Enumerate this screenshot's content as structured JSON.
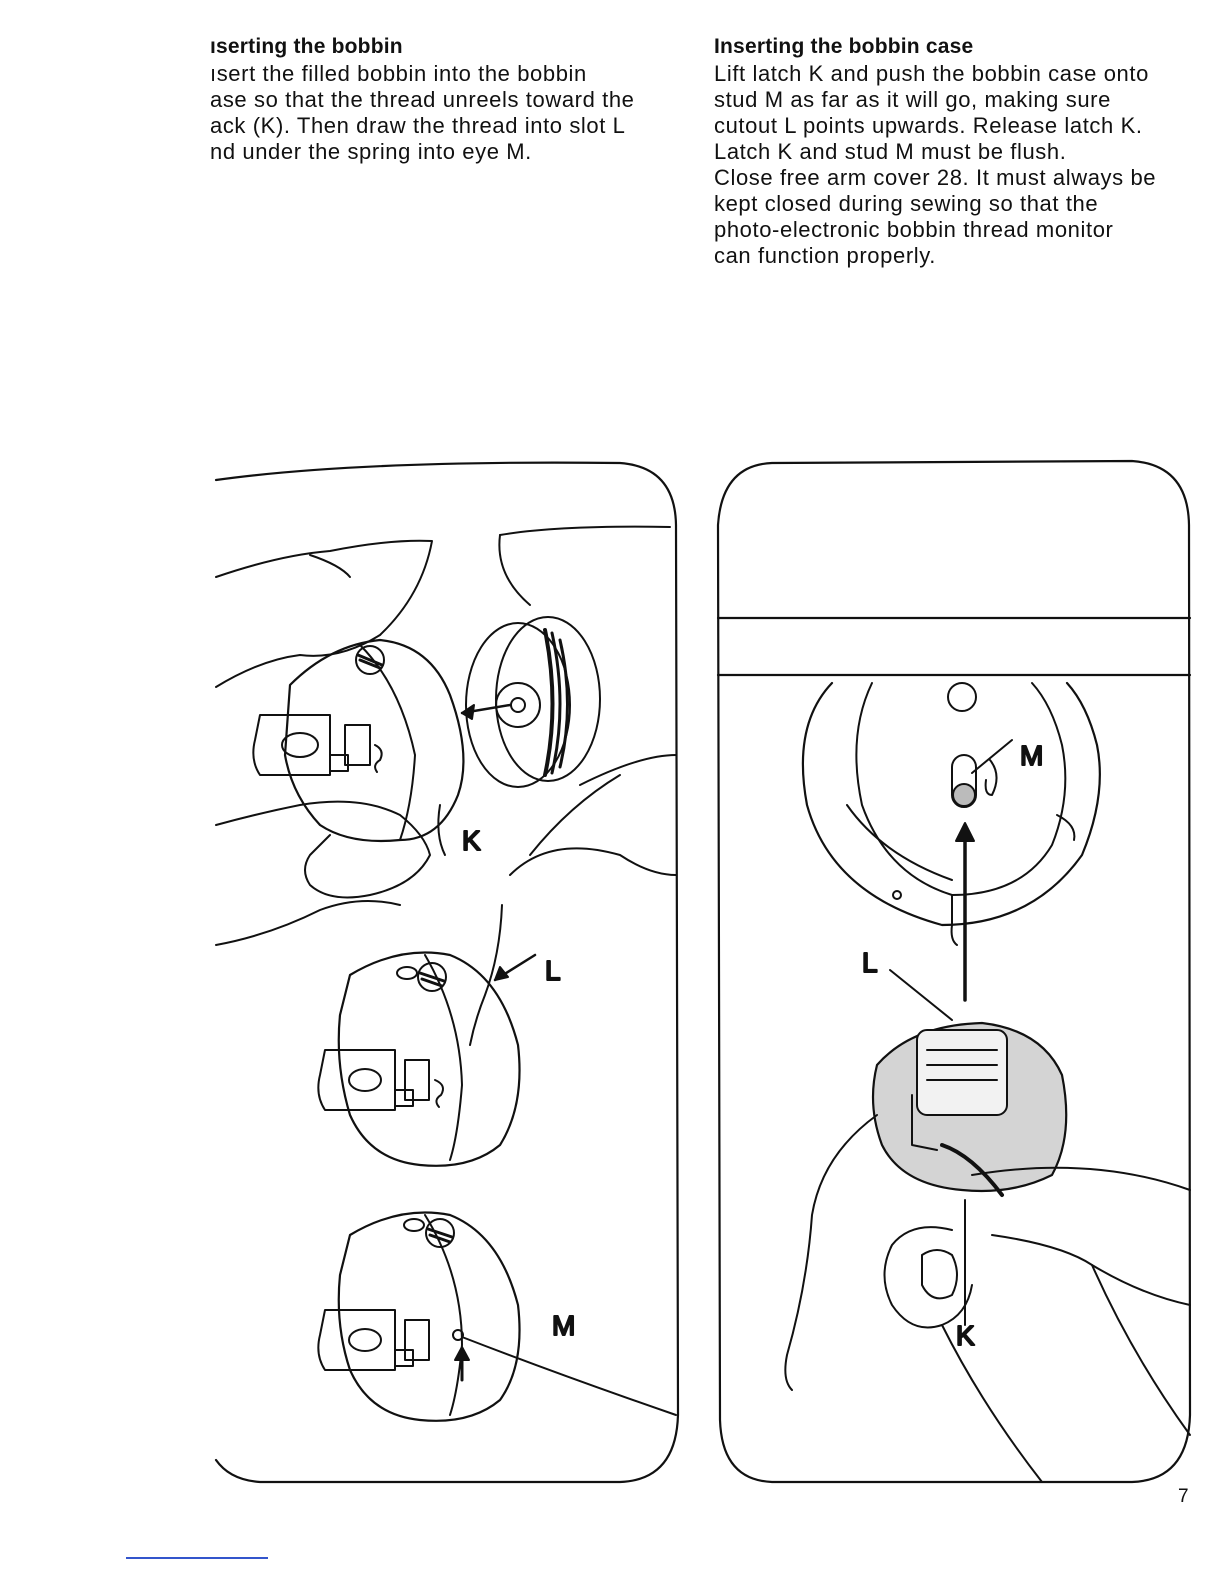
{
  "left_section": {
    "heading": "ıserting the bobbin",
    "lines": [
      "ısert the filled bobbin into the bobbin",
      "ase so that the thread unreels toward the",
      "ack (K). Then draw the thread into slot L",
      "nd under the spring into eye M."
    ]
  },
  "right_section": {
    "heading": "Inserting the bobbin case",
    "lines": [
      "Lift latch K and push the bobbin case onto",
      "stud M as far as it will go, making sure",
      "cutout L points upwards. Release latch K.",
      "Latch K and stud M must be flush.",
      "Close free arm cover 28. It must always be",
      "kept closed during sewing so that the",
      "photo-electronic bobbin thread monitor",
      "can function properly."
    ]
  },
  "left_figure": {
    "labels": {
      "k": "K",
      "l": "L",
      "m": "M"
    }
  },
  "right_figure": {
    "labels": {
      "m": "M",
      "l": "L",
      "k": "K"
    }
  },
  "page_number": "7"
}
